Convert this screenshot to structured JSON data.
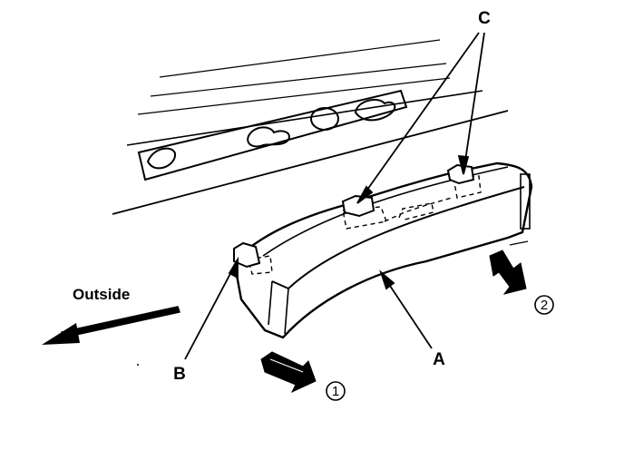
{
  "diagram": {
    "callouts": {
      "a": "A",
      "b": "B",
      "c": "C"
    },
    "direction_label": "Outside",
    "steps": {
      "one": "1",
      "two": "2"
    }
  }
}
